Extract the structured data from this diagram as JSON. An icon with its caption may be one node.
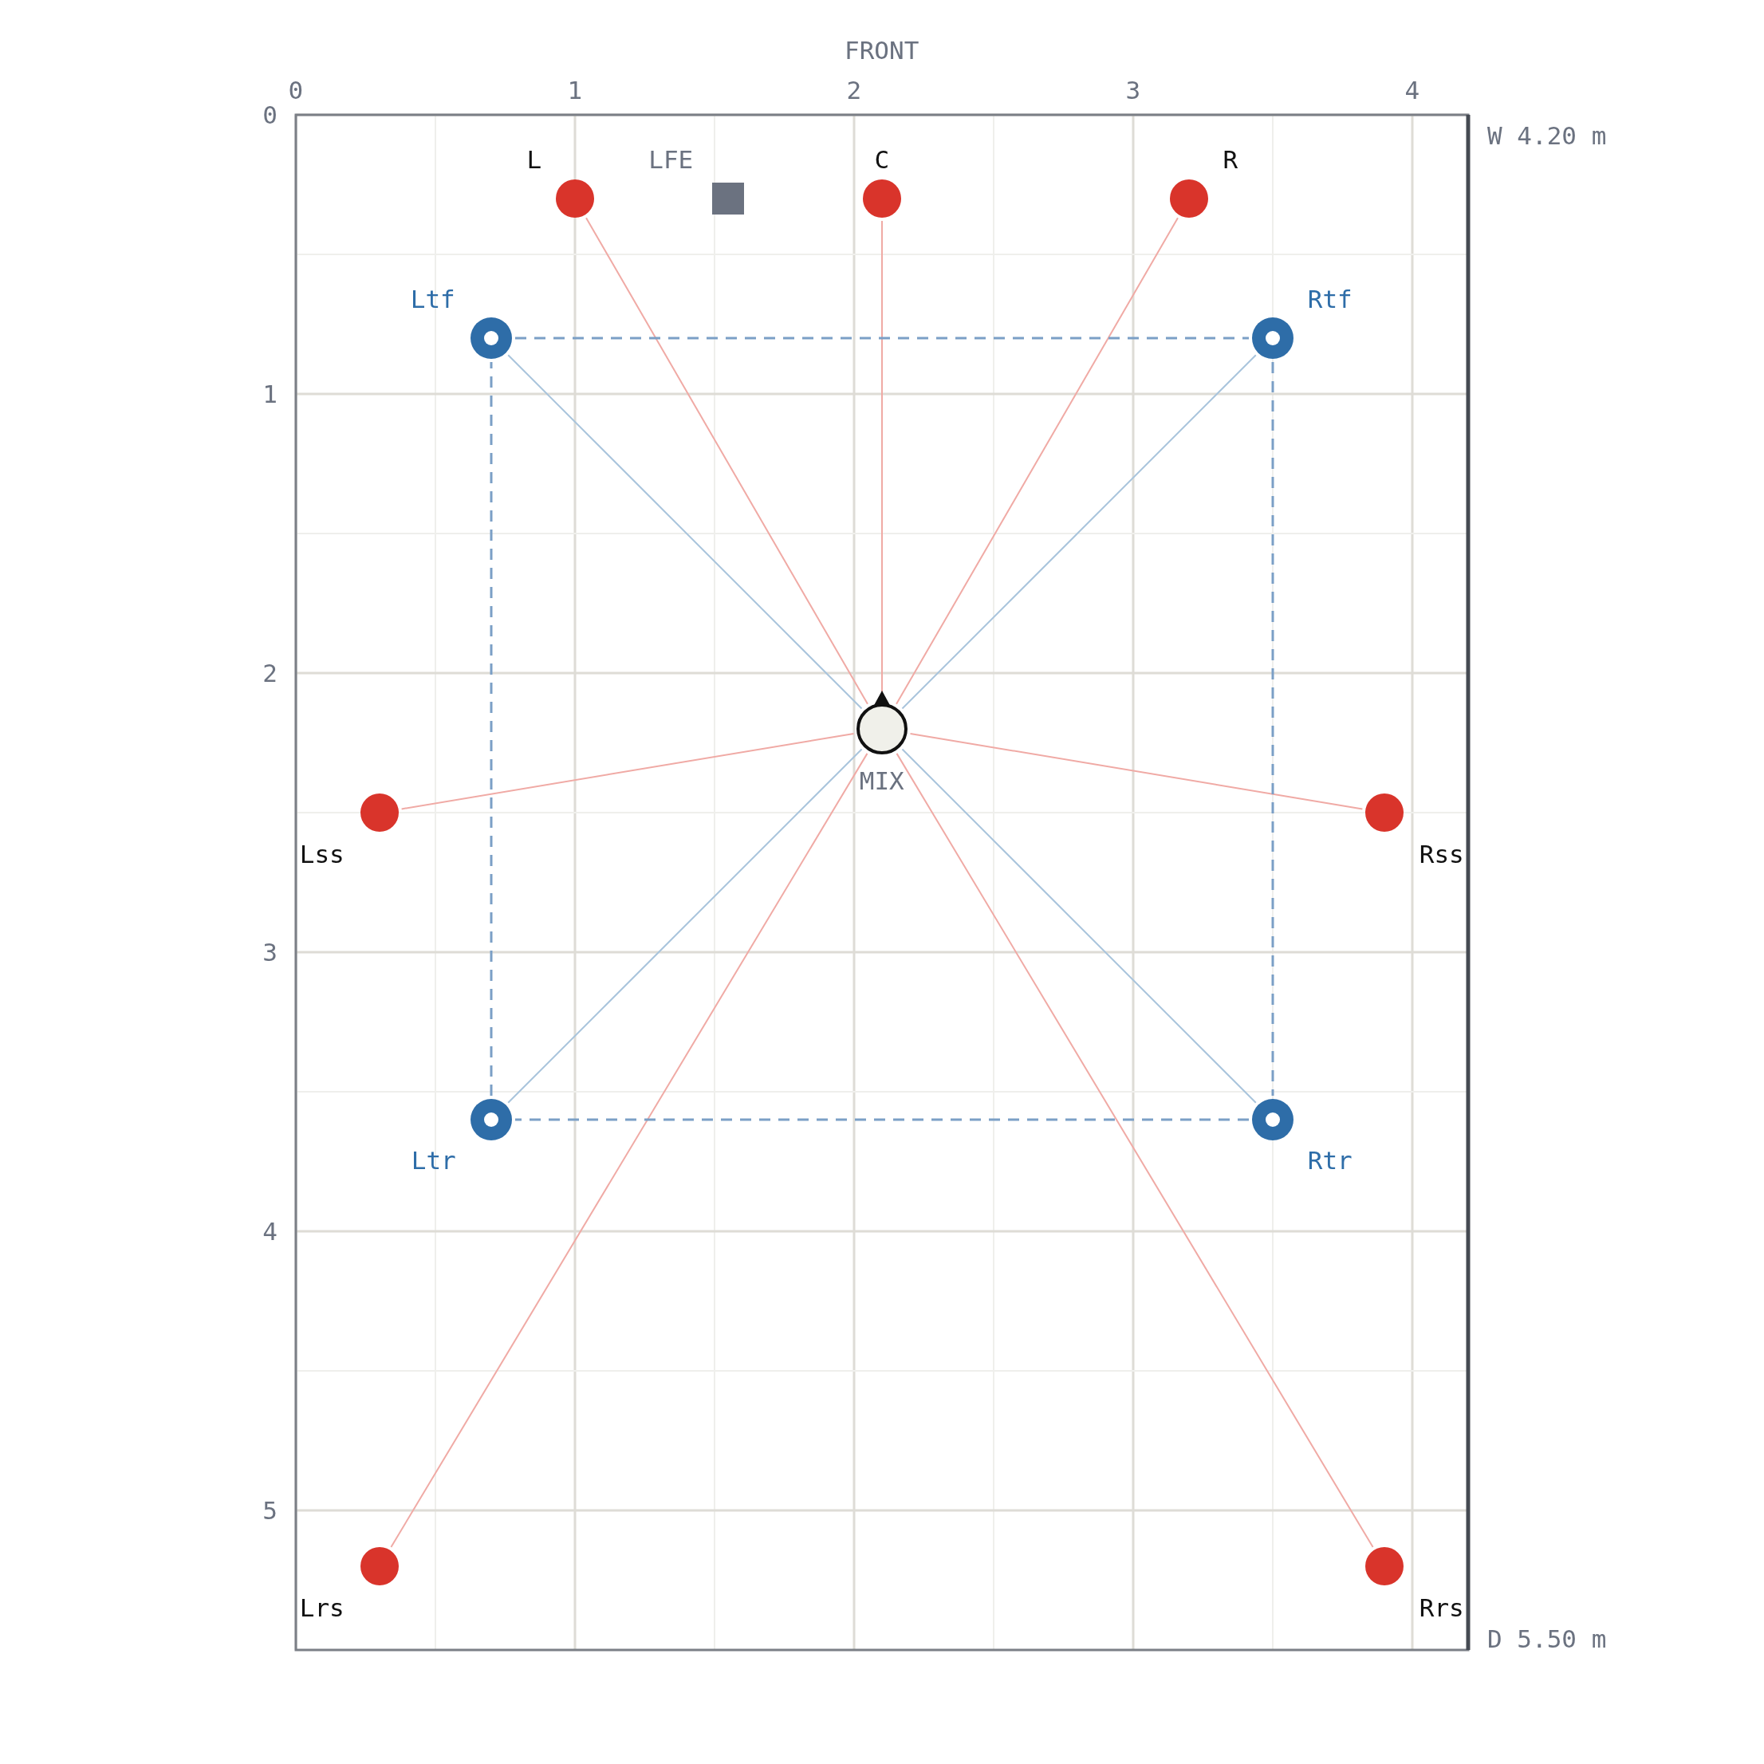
{
  "diagram": {
    "nodes": [
      {
        "text": [
          "L"
        ]
      },
      {
        "text": [
          "LFE"
        ]
      },
      {
        "text": [
          "C"
        ]
      },
      {
        "text": [
          "R"
        ]
      },
      {
        "text": [
          "Ltf"
        ]
      },
      {
        "text": [
          "Rtf"
        ]
      },
      {
        "text": [
          "MIX"
        ]
      },
      {
        "text": [
          "Lss"
        ]
      },
      {
        "text": [
          "Rss"
        ]
      },
      {
        "text": [
          "Ltr"
        ]
      },
      {
        "text": [
          "Rtr"
        ]
      },
      {
        "text": [
          "Lrs"
        ]
      },
      {
        "text": [
          "Rrs"
        ]
      }
    ],
    "edges": [
      {
        "from": 6,
        "to": 0,
        "arrow": "none"
      },
      {
        "from": 6,
        "to": 2,
        "arrow": "none"
      },
      {
        "from": 6,
        "to": 3,
        "arrow": "none"
      },
      {
        "from": 6,
        "to": 4,
        "arrow": "none",
        "color": "#a9c4dc"
      },
      {
        "from": 6,
        "to": 5,
        "arrow": "none",
        "color": "#a9c4dc"
      },
      {
        "from": 6,
        "to": 7,
        "arrow": "none"
      },
      {
        "from": 6,
        "to": 8,
        "arrow": "none"
      },
      {
        "from": 6,
        "to": 9,
        "arrow": "none",
        "color": "#a9c4dc"
      },
      {
        "from": 6,
        "to": 10,
        "arrow": "none",
        "color": "#a9c4dc"
      },
      {
        "from": 6,
        "to": 11,
        "arrow": "none"
      },
      {
        "from": 6,
        "to": 12,
        "arrow": "none"
      },
      {
        "from": 4,
        "to": 5,
        "arrow": "none",
        "style": "dashed",
        "color": "#7b9fc6"
      },
      {
        "from": 5,
        "to": 10,
        "arrow": "none",
        "style": "dashed",
        "color": "#7b9fc6"
      },
      {
        "from": 10,
        "to": 9,
        "arrow": "none",
        "style": "dashed",
        "color": "#7b9fc6"
      },
      {
        "from": 9,
        "to": 4,
        "arrow": "none",
        "style": "dashed",
        "color": "#7b9fc6"
      }
    ],
    "labels": [
      "FRONT",
      "0",
      "1",
      "2",
      "3",
      "4",
      "0",
      "W 4.20 m",
      "1",
      "2",
      "3",
      "4",
      "5",
      "D 5.50 m"
    ]
  }
}
